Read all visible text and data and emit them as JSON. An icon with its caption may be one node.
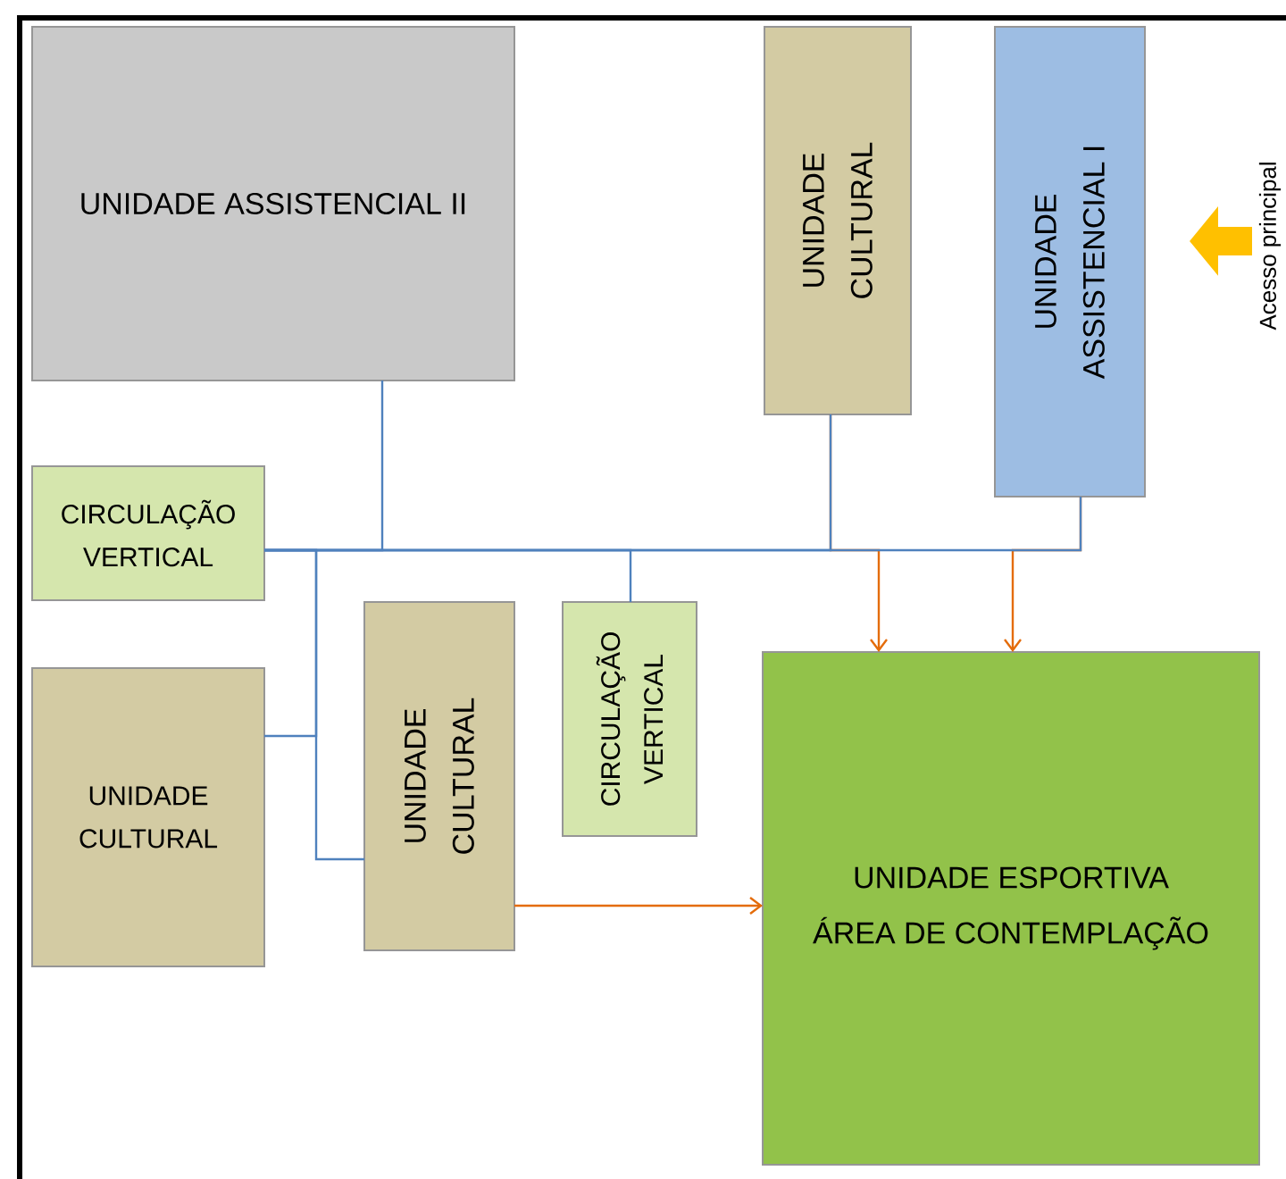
{
  "diagram": {
    "nodes": [
      {
        "text": [
          "UNIDADE ASSISTENCIAL II"
        ]
      },
      {
        "text": [
          "UNIDADE CULTURAL"
        ]
      },
      {
        "text": [
          "UNIDADE ASSISTENCIAL I"
        ]
      },
      {
        "text": [
          "Acesso principal"
        ]
      },
      {
        "text": [
          "CIRCULAÇÃO VERTICAL"
        ]
      },
      {
        "text": [
          "UNIDADE CULTURAL"
        ]
      },
      {
        "text": [
          "UNIDADE CULTURAL"
        ]
      },
      {
        "text": [
          "CIRCULAÇÃO VERTICAL"
        ]
      },
      {
        "text": [
          "UNIDADE ESPORTIVA",
          "ÁREA DE CONTEMPLAÇÃO"
        ]
      }
    ],
    "edges": [
      {
        "from": 1,
        "to": 8,
        "arrow": "to",
        "color": "#e46c0a"
      },
      {
        "from": 2,
        "to": 8,
        "arrow": "to",
        "color": "#e46c0a"
      },
      {
        "from": 6,
        "to": 8,
        "arrow": "to",
        "color": "#e46c0a"
      },
      {
        "from": 3,
        "to": null,
        "arrow": "to",
        "style": "thick",
        "color": "#ffc000"
      },
      {
        "from": 4,
        "to": 0,
        "arrow": "none"
      },
      {
        "from": 4,
        "to": 1,
        "arrow": "none"
      },
      {
        "from": 4,
        "to": 2,
        "arrow": "none"
      },
      {
        "from": 4,
        "to": 7,
        "arrow": "none"
      },
      {
        "from": 4,
        "to": 5,
        "arrow": "none"
      },
      {
        "from": 4,
        "to": 6,
        "arrow": "none"
      }
    ]
  }
}
